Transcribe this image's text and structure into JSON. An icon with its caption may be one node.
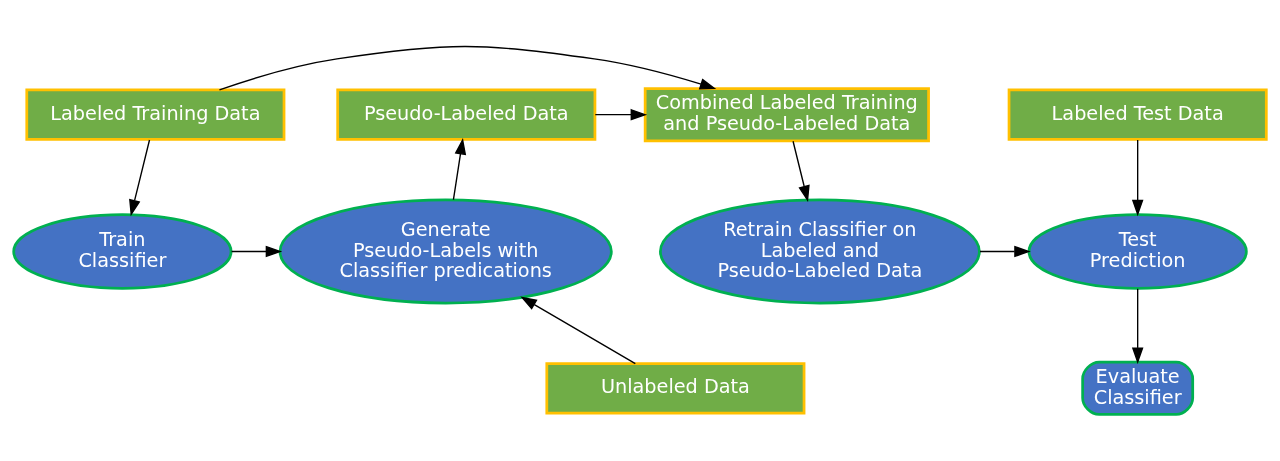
{
  "diagram": {
    "nodes": [
      {
        "text": [
          "Labeled Training Data"
        ]
      },
      {
        "text": [
          "Pseudo-Labeled Data"
        ]
      },
      {
        "text": [
          "Combined Labeled Training and Pseudo-Labeled Data"
        ]
      },
      {
        "text": [
          "Labeled Test Data"
        ]
      },
      {
        "text": [
          "Train Classifier"
        ]
      },
      {
        "text": [
          "Generate Pseudo-Labels with Classifier predications"
        ]
      },
      {
        "text": [
          "Retrain Classifier on Labeled and Pseudo-Labeled Data"
        ]
      },
      {
        "text": [
          "Test Prediction"
        ]
      },
      {
        "text": [
          "Evaluate Classifier"
        ]
      },
      {
        "text": [
          "Unlabeled Data"
        ]
      }
    ],
    "edges": [
      {
        "from": 0,
        "to": 2,
        "arrow": "to"
      },
      {
        "from": 0,
        "to": 4,
        "arrow": "to"
      },
      {
        "from": 5,
        "to": 1,
        "arrow": "to"
      },
      {
        "from": 1,
        "to": 2,
        "arrow": "to"
      },
      {
        "from": 2,
        "to": 6,
        "arrow": "to"
      },
      {
        "from": 3,
        "to": 7,
        "arrow": "to"
      },
      {
        "from": 4,
        "to": 5,
        "arrow": "to"
      },
      {
        "from": 6,
        "to": 7,
        "arrow": "to"
      },
      {
        "from": 9,
        "to": 5,
        "arrow": "to"
      },
      {
        "from": 7,
        "to": 8,
        "arrow": "to"
      }
    ]
  }
}
